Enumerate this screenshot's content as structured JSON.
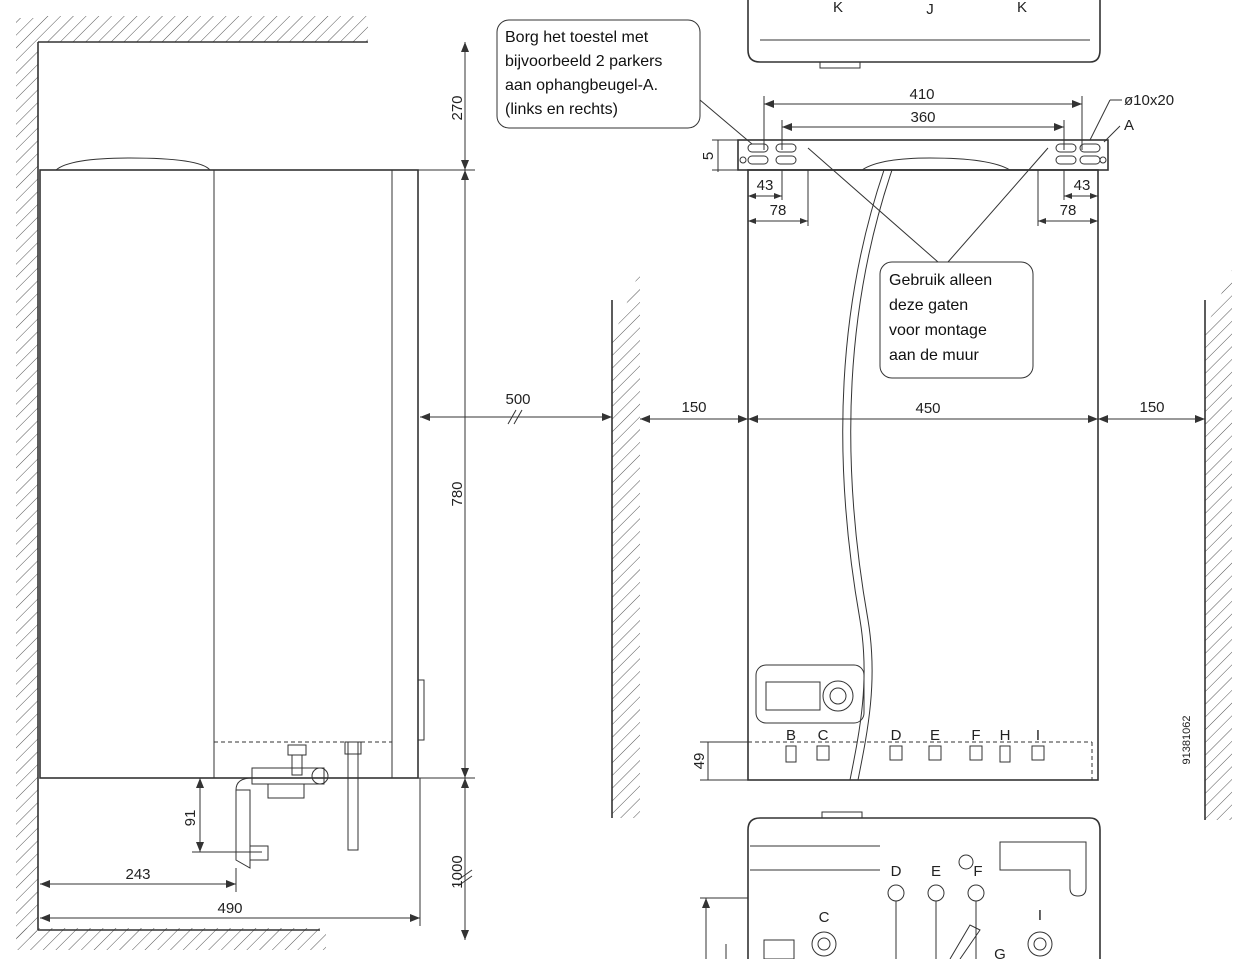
{
  "notes": {
    "top_left": [
      "Borg het toestel met",
      "bijvoorbeeld 2 parkers",
      "aan ophangbeugel-A.",
      "(links en rechts)"
    ],
    "middle": [
      "Gebruik alleen",
      "deze gaten",
      "voor montage",
      "aan de muur"
    ]
  },
  "side_view": {
    "dim_top": "270",
    "dim_height": "780",
    "dim_bottom": "1000",
    "dim_91": "91",
    "dim_243": "243",
    "dim_490": "490",
    "dim_500": "500"
  },
  "front_view": {
    "dim_410": "410",
    "dim_360": "360",
    "dim_5": "5",
    "dim_43_left": "43",
    "dim_43_right": "43",
    "dim_78_left": "78",
    "dim_78_right": "78",
    "dim_150_left": "150",
    "dim_450": "450",
    "dim_150_right": "150",
    "dim_49": "49",
    "hole_spec": "ø10x20",
    "bracket_label": "A",
    "connections": [
      "B",
      "C",
      "D",
      "E",
      "F",
      "H",
      "I"
    ],
    "doc_code": "91381062"
  },
  "top_view": {
    "labels": [
      "K",
      "J",
      "K"
    ]
  },
  "bottom_view": {
    "labels": [
      "D",
      "E",
      "F",
      "C",
      "I",
      "G"
    ]
  }
}
